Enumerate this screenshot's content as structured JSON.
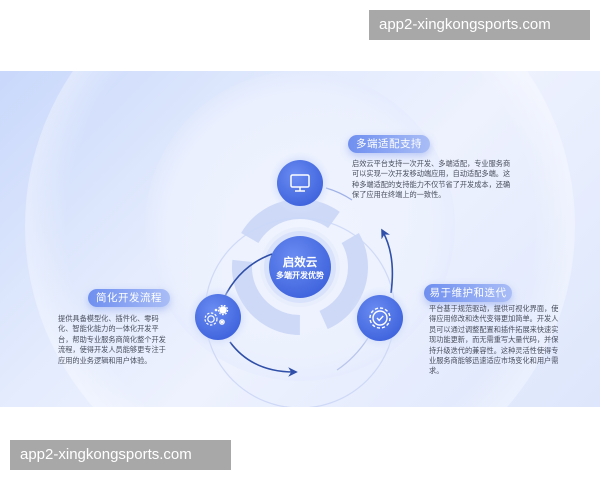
{
  "watermarks": {
    "top": "app2-xingkongsports.com",
    "bottom": "app2-xingkongsports.com"
  },
  "diagram": {
    "center": {
      "title": "启效云",
      "subtitle": "多端开发优势"
    },
    "nodes": [
      {
        "id": "top",
        "icon": "monitor-icon",
        "label": "多端适配支持",
        "description": "启效云平台支持一次开发、多端适配，专业服务商可以实现一次开发移动端应用，自动适配多端。这种多端适配的支持能力不仅节省了开发成本，还确保了应用在终端上的一致性。"
      },
      {
        "id": "right",
        "icon": "gear-check-icon",
        "label": "易于维护和迭代",
        "description": "平台基于规范驱动，提供可视化界面，使得应用修改和迭代变得更加简单。开发人员可以通过调整配置和插件拓展来快速实现功能更新，而无需重写大量代码，并保持升级迭代的兼容性。这种灵活性使得专业服务商能够迅速适应市场变化和用户需求。"
      },
      {
        "id": "left",
        "icon": "gears-icon",
        "label": "简化开发流程",
        "description": "提供具备模型化、插件化、零码化、智能化能力的一体化开发平台，帮助专业服务商简化整个开发流程，使得开发人员能够更专注于应用的业务逻辑和用户体验。"
      }
    ],
    "colors": {
      "node_fill": "#4a70e6",
      "arrow": "#2f4fa8",
      "pill_start": "#6f8ff0",
      "pill_end": "#a9bdf6",
      "background": "#dfe7fc"
    }
  }
}
